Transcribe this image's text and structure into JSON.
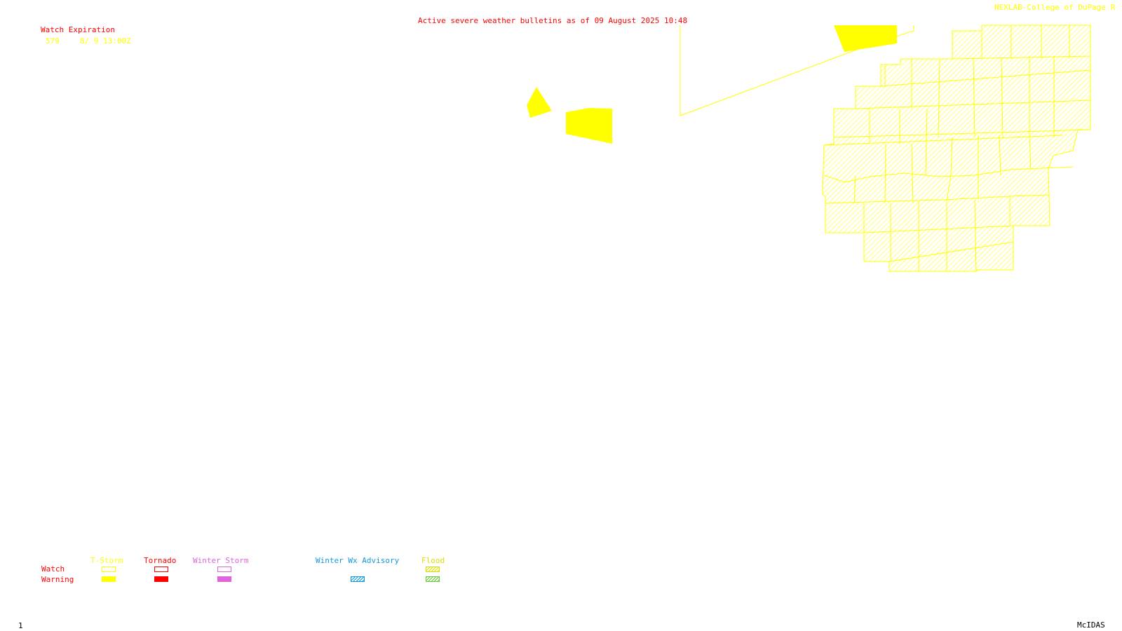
{
  "header": {
    "title": "Active severe weather bulletins as of 09 August 2025 10:48",
    "credit": "NEXLAB-College of DuPage R"
  },
  "watch_table": {
    "heading": "Watch Expiration",
    "rows": [
      {
        "number": "579",
        "expiration": "8/ 9 13:00Z"
      }
    ]
  },
  "legend": {
    "row_labels": {
      "watch": "Watch",
      "warning": "Warning"
    },
    "categories": [
      {
        "label": "T-Storm",
        "color": "#ffff00",
        "watch": "outline",
        "warning": "solid"
      },
      {
        "label": "Tornado",
        "color": "#ff0000",
        "watch": "outline",
        "warning": "solid"
      },
      {
        "label": "Winter Storm",
        "color": "#dd66dd",
        "watch": "outline",
        "warning": "solid"
      },
      {
        "label": "Winter Wx Advisory",
        "color": "#1199dd",
        "warning": "hatched"
      },
      {
        "label": "Flood",
        "color": "#dddd00",
        "watch": "hatched",
        "warning": "hatched",
        "warning_color": "#66cc33"
      }
    ]
  },
  "footer": {
    "frame_number": "1",
    "software": "McIDAS"
  },
  "colors": {
    "title": "#ff0000",
    "credit": "#ffff00",
    "watch_text": "#ffff00",
    "tstorm": "#ffff00",
    "background": "#ffffff"
  }
}
